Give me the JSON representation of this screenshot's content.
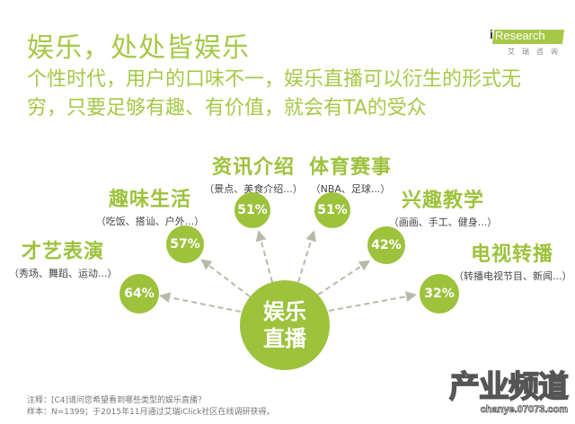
{
  "header": {
    "title": "娱乐，处处皆娱乐",
    "subtitle": "个性时代，用户的口味不一，娱乐直播可以衍生的形式无穷，只要足够有趣、有价值，就会有TA的受众"
  },
  "logo": {
    "brand": "Research",
    "brand_prefix": "i",
    "sub": "艾瑞咨询"
  },
  "center": {
    "line1": "娱乐",
    "line2": "直播"
  },
  "categories": [
    {
      "name": "才艺表演",
      "desc": "（秀场、舞蹈、运动...）",
      "pct": "64%"
    },
    {
      "name": "趣味生活",
      "desc": "（吃饭、搭讪、户外...）",
      "pct": "57%"
    },
    {
      "name": "资讯介绍",
      "desc": "（景点、美食介绍...）",
      "pct": "51%"
    },
    {
      "name": "体育赛事",
      "desc": "（NBA、足球...）",
      "pct": "51%"
    },
    {
      "name": "兴趣教学",
      "desc": "（画画、手工、健身...）",
      "pct": "42%"
    },
    {
      "name": "电视转播",
      "desc": "（转播电视节目、新闻...）",
      "pct": "32%"
    }
  ],
  "notes": {
    "line1": "注释：[C4]请问您希望看到哪些类型的娱乐直播？",
    "line2": "样本：N=1399；于2015年11月通过艾瑞iClick社区在线调研获得。"
  },
  "watermark": {
    "main": "产业频道",
    "sub": "chanye.07073.com"
  },
  "colors": {
    "accent": "#9dc23c",
    "title": "#a6c846"
  },
  "chart_data": {
    "type": "bar",
    "title": "娱乐，处处皆娱乐",
    "subtitle": "个性时代，用户的口味不一，娱乐直播可以衍生的形式无穷，只要足够有趣、有价值，就会有TA的受众",
    "center_label": "娱乐直播",
    "categories": [
      "才艺表演",
      "趣味生活",
      "资讯介绍",
      "体育赛事",
      "兴趣教学",
      "电视转播"
    ],
    "descriptions": [
      "秀场、舞蹈、运动...",
      "吃饭、搭讪、户外...",
      "景点、美食介绍...",
      "NBA、足球...",
      "画画、手工、健身...",
      "转播电视节目、新闻..."
    ],
    "values": [
      64,
      57,
      51,
      51,
      42,
      32
    ],
    "unit": "%",
    "xlabel": "",
    "ylabel": "",
    "note": "注释：[C4]请问您希望看到哪些类型的娱乐直播？",
    "source": "样本：N=1399；于2015年11月通过艾瑞iClick社区在线调研获得。"
  }
}
